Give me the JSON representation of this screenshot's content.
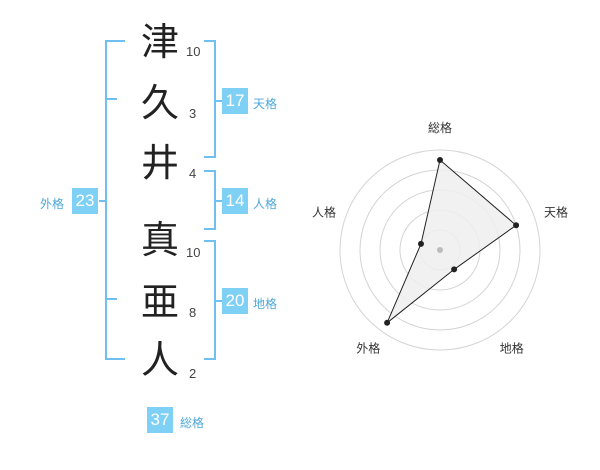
{
  "characters": [
    {
      "char": "津",
      "strokes": "10"
    },
    {
      "char": "久",
      "strokes": "3"
    },
    {
      "char": "井",
      "strokes": "4"
    },
    {
      "char": "真",
      "strokes": "10"
    },
    {
      "char": "亜",
      "strokes": "8"
    },
    {
      "char": "人",
      "strokes": "2"
    }
  ],
  "fortunes": {
    "tenkaku": {
      "value": "17",
      "label": "天格"
    },
    "jinkaku": {
      "value": "14",
      "label": "人格"
    },
    "chikaku": {
      "value": "20",
      "label": "地格"
    },
    "gaikaku": {
      "value": "23",
      "label": "外格"
    },
    "soukaku": {
      "value": "37",
      "label": "総格"
    }
  },
  "chart_data": {
    "type": "radar",
    "axes": [
      "総格",
      "天格",
      "地格",
      "外格",
      "人格"
    ],
    "values": [
      4.5,
      4.0,
      1.2,
      4.5,
      1.0
    ],
    "max": 5,
    "rings": 5
  }
}
